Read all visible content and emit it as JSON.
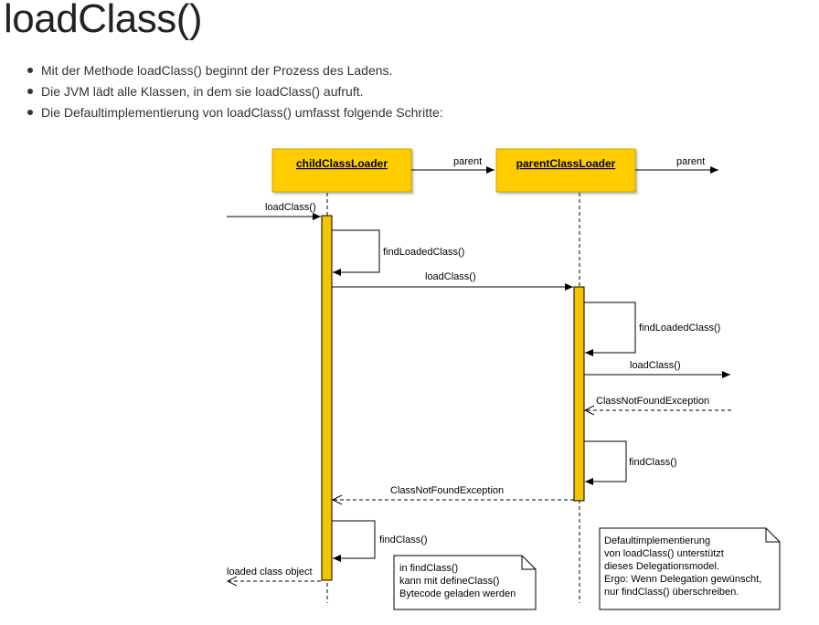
{
  "title": "loadClass()",
  "bullets": [
    "Mit der Methode loadClass() beginnt der Prozess des Ladens.",
    "Die JVM lädt alle Klassen, in dem sie loadClass() aufruft.",
    "Die Defaultimplementierung von loadClass() umfasst folgende Schritte:"
  ],
  "diagram": {
    "objects": {
      "child": "childClassLoader",
      "parent": "parentClassLoader"
    },
    "messages": {
      "parent_1": "parent",
      "parent_2": "parent",
      "loadclass_in": "loadClass()",
      "find_loaded_child": "findLoadedClass()",
      "loadclass_to_parent": "loadClass()",
      "find_loaded_parent": "findLoadedClass()",
      "loadclass_out": "loadClass()",
      "cnfe_in": "ClassNotFoundException",
      "find_class_parent": "findClass()",
      "cnfe_return": "ClassNotFoundException",
      "find_class_child": "findClass()",
      "loaded_return": "loaded class object"
    },
    "notes": {
      "note1": [
        "in findClass()",
        "kann mit defineClass()",
        "Bytecode geladen werden"
      ],
      "note2": [
        "Defaultimplementierung",
        "von loadClass() unterstützt",
        "dieses Delegationsmodel.",
        "Ergo: Wenn Delegation gewünscht,",
        "nur findClass() überschreiben."
      ]
    },
    "colors": {
      "object_fill": "#ffcc00",
      "activation_fill": "#f5c400",
      "line": "#000000"
    }
  }
}
